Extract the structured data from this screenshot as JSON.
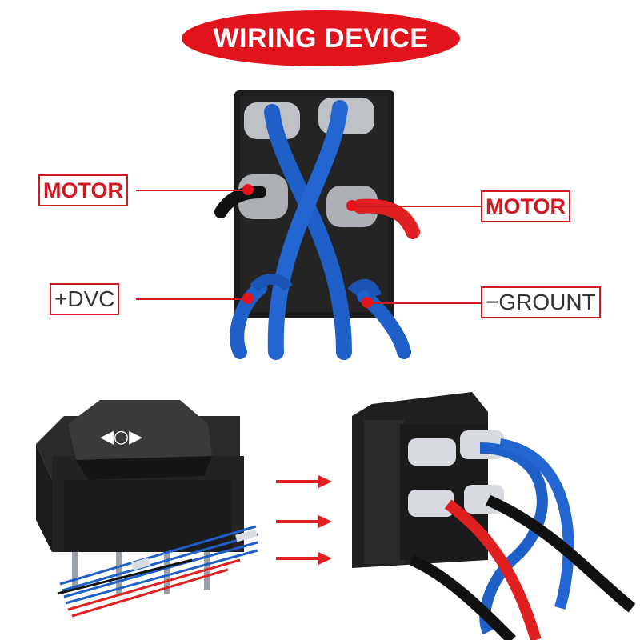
{
  "title": "WIRING DEVICE",
  "labels": {
    "motor_left": "MOTOR",
    "motor_right": "MOTOR",
    "dvc": "+DVC",
    "ground": "−GROUNT"
  },
  "rocker_symbols": "◀O▶",
  "colors": {
    "accent_red": "#e1131d",
    "wire_blue": "#1e5fc8",
    "wire_red": "#e02020",
    "wire_black": "#1a1a1a",
    "switch_body": "#1f1f1f"
  }
}
